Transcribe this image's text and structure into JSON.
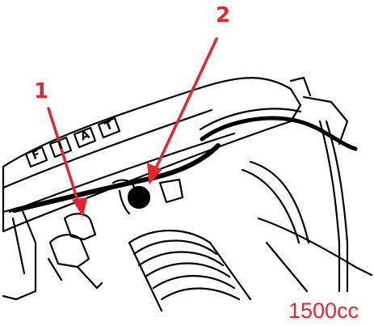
{
  "callouts": [
    {
      "label": "1"
    },
    {
      "label": "2"
    }
  ],
  "engine_badge": [
    "F",
    "I",
    "A",
    "T"
  ],
  "caption": "1500cc",
  "colors": {
    "line": "#000000",
    "accent": "#e2262f",
    "background": "#ffffff"
  }
}
